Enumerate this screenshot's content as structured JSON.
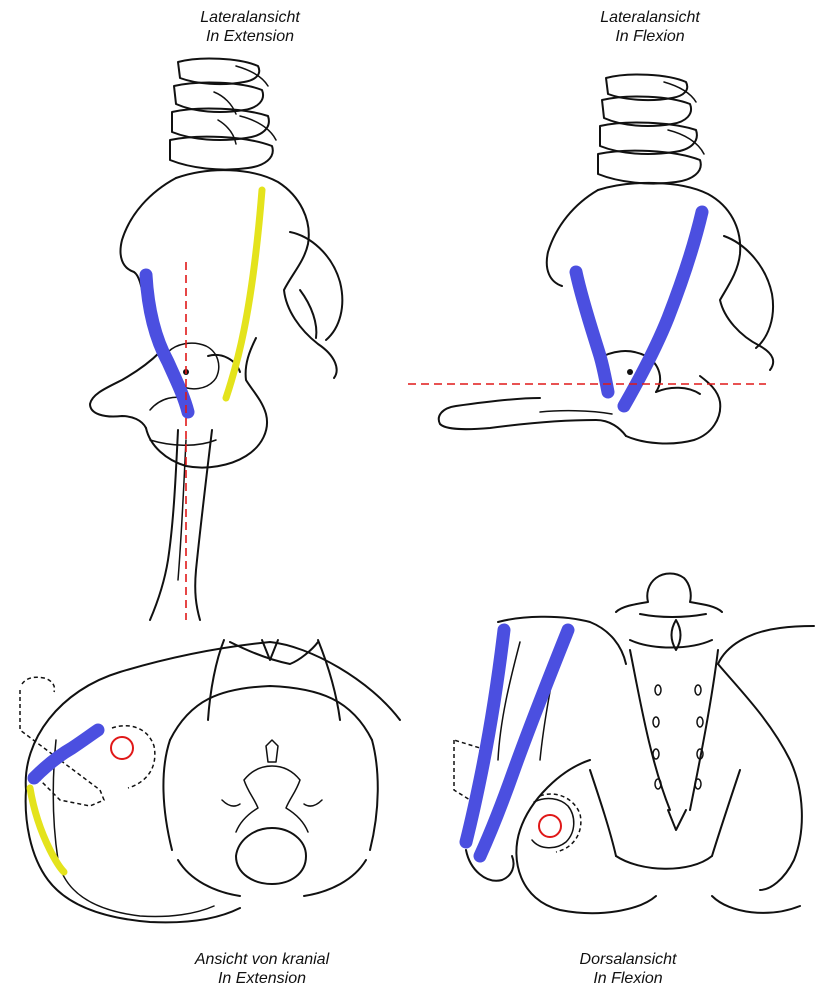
{
  "captions": {
    "top_left": {
      "line1": "Lateralansicht",
      "line2": "In Extension"
    },
    "top_right": {
      "line1": "Lateralansicht",
      "line2": "In Flexion"
    },
    "bottom_left": {
      "line1": "Ansicht von kranial",
      "line2": "In Extension"
    },
    "bottom_right": {
      "line1": "Dorsalansicht",
      "line2": "In Flexion"
    }
  },
  "colors": {
    "muscle_blue": "#4b4fe0",
    "muscle_yellow": "#e4e31c",
    "reference_red": "#e01818",
    "bone_outline": "#111111"
  }
}
